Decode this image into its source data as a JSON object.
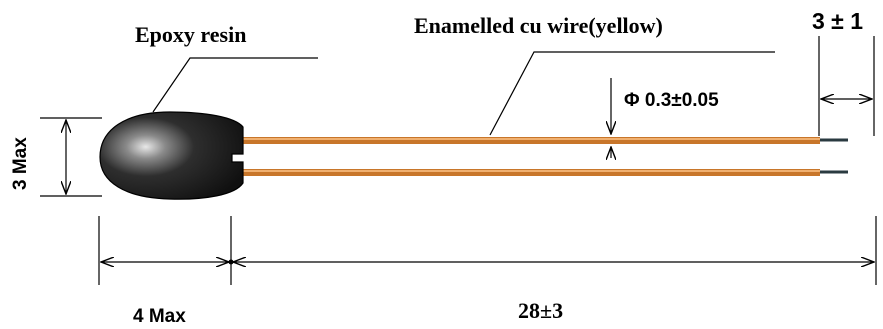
{
  "labels": {
    "epoxy": "Epoxy resin",
    "wire": "Enamelled cu wire(yellow)",
    "diameter": "Φ 0.3±0.05",
    "tip_length": "3 ± 1",
    "height": "3 Max",
    "width": "4 Max",
    "lead_length": "28±3"
  },
  "colors": {
    "wire_orange": "#c8762a",
    "wire_highlight": "#f0b070",
    "wire_tip": "#2a3a40",
    "line": "#000000",
    "bead": "#1c1c1c"
  }
}
